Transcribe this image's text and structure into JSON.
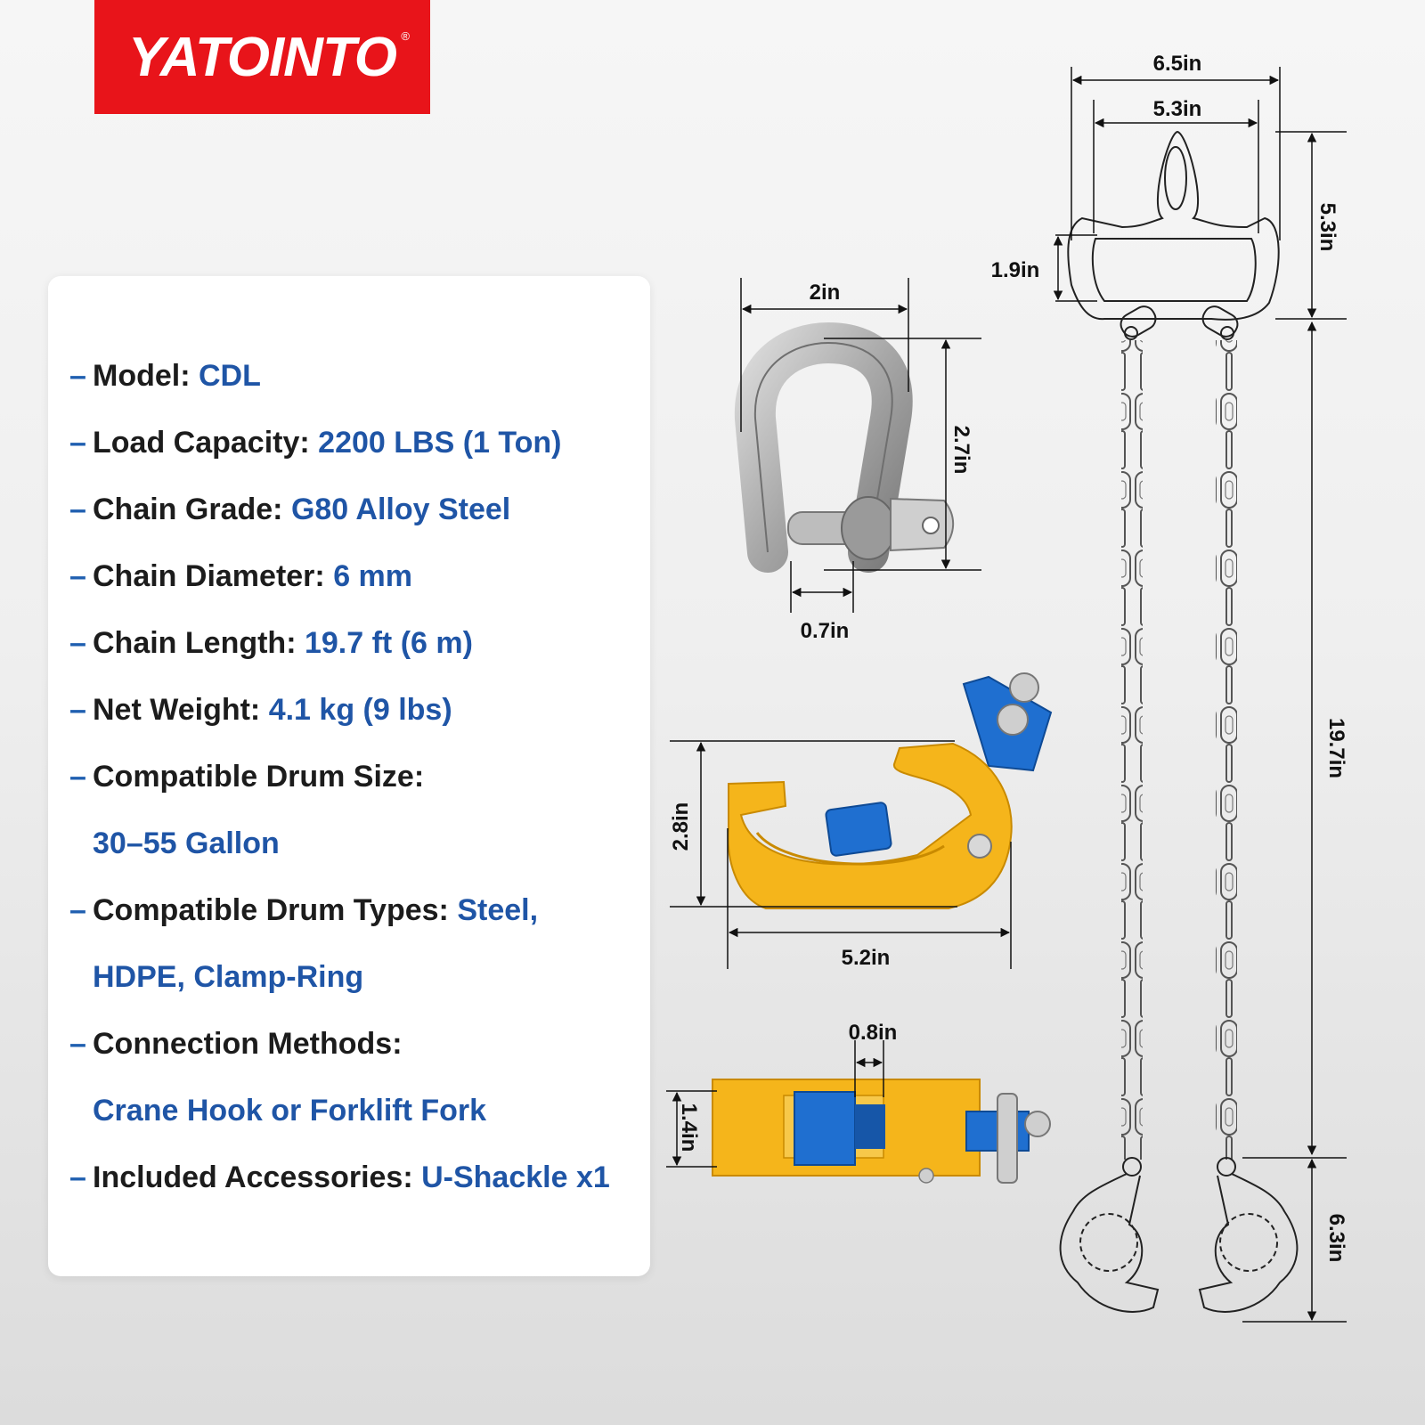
{
  "brand": {
    "name": "YATOINTO",
    "registered": "®"
  },
  "specs": [
    {
      "label": "Model:",
      "value": "CDL"
    },
    {
      "label": "Load Capacity:",
      "value": "2200 LBS (1 Ton)"
    },
    {
      "label": "Chain Grade:",
      "value": "G80 Alloy Steel"
    },
    {
      "label": "Chain Diameter:",
      "value": "6 mm"
    },
    {
      "label": "Chain Length:",
      "value": "19.7 ft (6 m)"
    },
    {
      "label": "Net Weight:",
      "value": "4.1 kg (9 lbs)"
    },
    {
      "label": "Compatible Drum Size:",
      "value": "",
      "continuation": "30–55 Gallon"
    },
    {
      "label": "Compatible Drum Types:",
      "value": "Steel,",
      "continuation": "HDPE, Clamp-Ring"
    },
    {
      "label": "Connection Methods:",
      "value": "",
      "continuation": "Crane Hook or Forklift Fork"
    },
    {
      "label": "Included Accessories:",
      "value": "U-Shackle x1"
    }
  ],
  "dimensions": {
    "shackle_width": "2in",
    "shackle_height": "2.7in",
    "shackle_pin": "0.7in",
    "clamp_height": "2.8in",
    "clamp_length": "5.2in",
    "clamp_gap": "0.8in",
    "clamp_thickness": "1.4in",
    "bar_outer_width": "6.5in",
    "bar_inner_width": "5.3in",
    "bar_height": "5.3in",
    "bar_inner_height": "1.9in",
    "chain_length": "19.7in",
    "hook_height": "6.3in"
  },
  "colors": {
    "brand_red": "#e8141a",
    "value_blue": "#1f55a6",
    "clamp_yellow": "#f5b51b",
    "clamp_blue": "#1f6fd0"
  }
}
